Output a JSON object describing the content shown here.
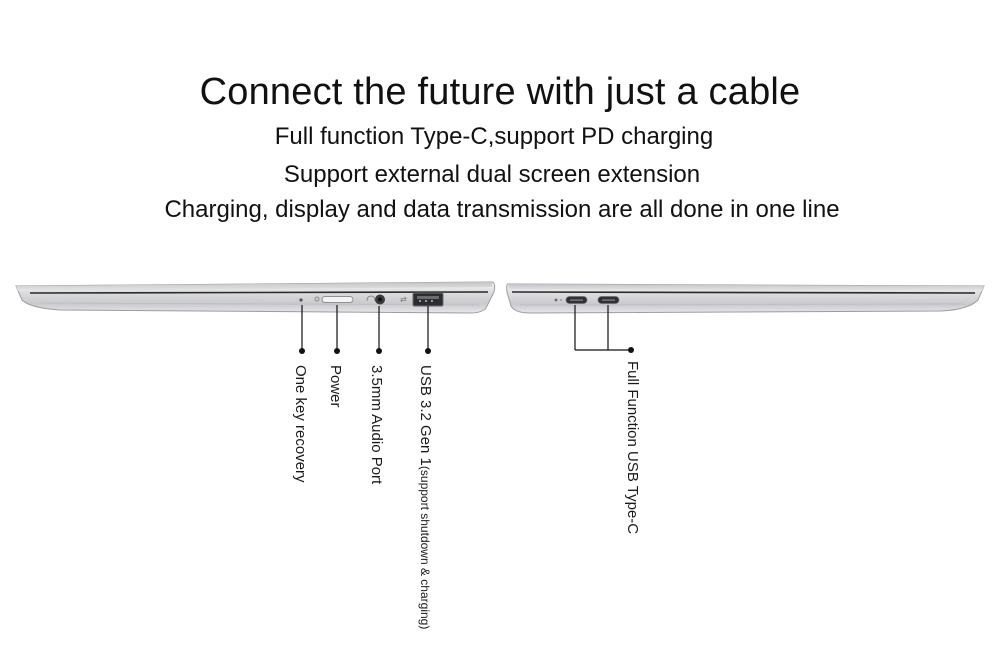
{
  "headline": "Connect the future with just a cable",
  "features": [
    "Full function Type-C,support PD charging",
    "Support external dual screen extension",
    "Charging, display and data transmission are all done in one line"
  ],
  "ports_left": {
    "one_key_recovery": "One key recovery",
    "power": "Power",
    "audio": "3.5mm Audio Port",
    "usb_main": "USB 3.2 Gen 1",
    "usb_note": "(support shutdown & charging)"
  },
  "ports_right": {
    "usb_c": "Full Function USB Type-C"
  },
  "colors": {
    "laptop_body": "#d9d9db",
    "laptop_edge": "#9a9ca0",
    "line": "#111111"
  }
}
